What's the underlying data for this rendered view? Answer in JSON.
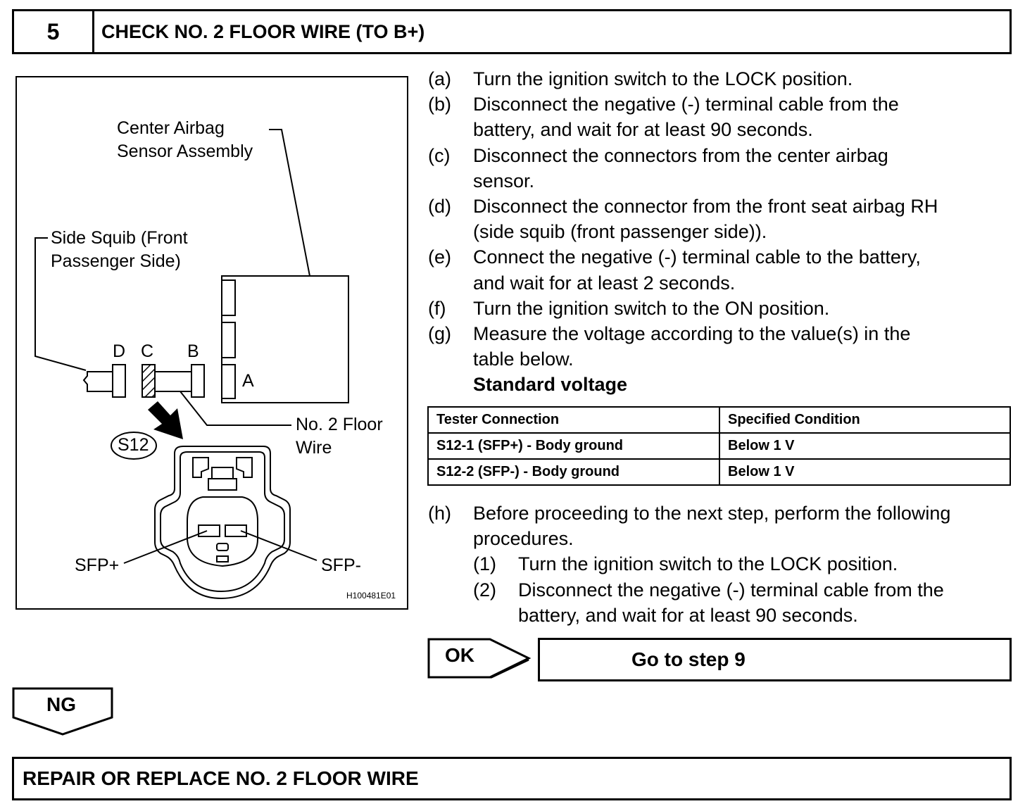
{
  "header": {
    "step_number": "5",
    "title": "CHECK NO. 2 FLOOR WIRE (TO B+)"
  },
  "figure": {
    "labels": {
      "center_airbag_line1": "Center Airbag",
      "center_airbag_line2": "Sensor Assembly",
      "side_squib_line1": "Side Squib (Front",
      "side_squib_line2": "Passenger Side)",
      "d": "D",
      "c": "C",
      "b": "B",
      "a": "A",
      "floor_wire_line1": "No. 2 Floor",
      "floor_wire_line2": "Wire",
      "connector": "S12",
      "sfp_plus": "SFP+",
      "sfp_minus": "SFP-",
      "figure_code": "H100481E01"
    }
  },
  "steps": [
    {
      "letter": "(a)",
      "text": "Turn the ignition switch to the LOCK position."
    },
    {
      "letter": "(b)",
      "line1": "Disconnect the negative (-) terminal cable from the",
      "line2": "battery, and wait for at least 90 seconds."
    },
    {
      "letter": "(c)",
      "line1": "Disconnect the connectors from the center airbag",
      "line2": "sensor."
    },
    {
      "letter": "(d)",
      "line1": "Disconnect the connector from the front seat airbag RH",
      "line2": "(side squib (front passenger side))."
    },
    {
      "letter": "(e)",
      "line1": "Connect the negative (-) terminal cable to the battery,",
      "line2": "and wait for at least 2 seconds."
    },
    {
      "letter": "(f)",
      "text": "Turn the ignition switch to the ON position."
    },
    {
      "letter": "(g)",
      "line1": "Measure the voltage according to the value(s) in the",
      "line2": "table below.",
      "heading": "Standard voltage"
    }
  ],
  "table": {
    "headers": [
      "Tester Connection",
      "Specified Condition"
    ],
    "rows": [
      [
        "S12-1 (SFP+) - Body ground",
        "Below 1 V"
      ],
      [
        "S12-2 (SFP-) - Body ground",
        "Below 1 V"
      ]
    ]
  },
  "step_h": {
    "letter": "(h)",
    "line1": "Before proceeding to the next step, perform the following",
    "line2": "procedures.",
    "substeps": [
      {
        "num": "(1)",
        "text": "Turn the ignition switch to the LOCK position."
      },
      {
        "num": "(2)",
        "line1": "Disconnect the negative (-) terminal cable from the",
        "line2": "battery, and wait for at least 90 seconds."
      }
    ]
  },
  "ok": {
    "label": "OK",
    "goto": "Go to step 9"
  },
  "ng": {
    "label": "NG"
  },
  "repair": {
    "text": "REPAIR OR REPLACE NO. 2 FLOOR WIRE"
  }
}
